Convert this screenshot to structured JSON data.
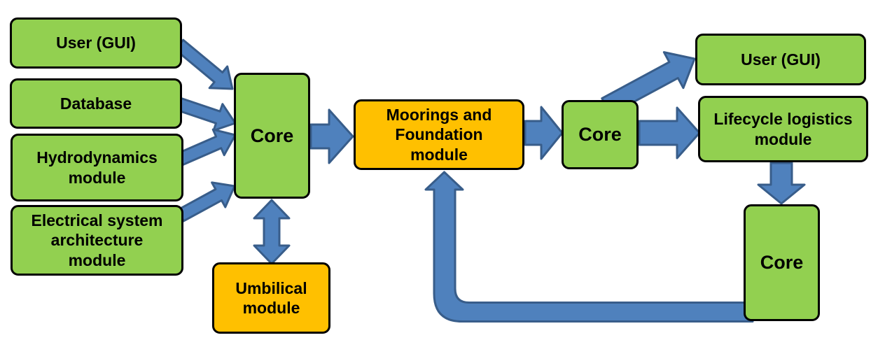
{
  "diagram": {
    "colors": {
      "node_green": "#92D050",
      "node_orange": "#FFC000",
      "node_border": "#000000",
      "arrow_fill": "#4F81BD",
      "arrow_stroke": "#385D8A",
      "text": "#000000",
      "background": "#ffffff"
    },
    "nodes": [
      {
        "id": "user-gui-left",
        "label": "User (GUI)",
        "color": "green"
      },
      {
        "id": "database",
        "label": "Database",
        "color": "green"
      },
      {
        "id": "hydrodynamics-module",
        "label": "Hydrodynamics\nmodule",
        "color": "green"
      },
      {
        "id": "electrical-system-architecture-module",
        "label": "Electrical system\narchitecture\nmodule",
        "color": "green"
      },
      {
        "id": "core-1",
        "label": "Core",
        "color": "green"
      },
      {
        "id": "umbilical-module",
        "label": "Umbilical\nmodule",
        "color": "orange"
      },
      {
        "id": "moorings-foundation-module",
        "label": "Moorings and\nFoundation\nmodule",
        "color": "orange"
      },
      {
        "id": "core-2",
        "label": "Core",
        "color": "green"
      },
      {
        "id": "user-gui-right",
        "label": "User (GUI)",
        "color": "green"
      },
      {
        "id": "lifecycle-logistics-module",
        "label": "Lifecycle logistics\nmodule",
        "color": "green"
      },
      {
        "id": "core-3",
        "label": "Core",
        "color": "green"
      }
    ],
    "connections": [
      {
        "from": "User (GUI)",
        "to": "Core",
        "style": "one-way"
      },
      {
        "from": "Database",
        "to": "Core",
        "style": "one-way"
      },
      {
        "from": "Hydrodynamics module",
        "to": "Core",
        "style": "one-way"
      },
      {
        "from": "Electrical system architecture module",
        "to": "Core",
        "style": "one-way"
      },
      {
        "from": "Core",
        "to": "Umbilical module",
        "style": "two-way"
      },
      {
        "from": "Core",
        "to": "Moorings and Foundation module",
        "style": "one-way"
      },
      {
        "from": "Moorings and Foundation module",
        "to": "Core (2)",
        "style": "one-way"
      },
      {
        "from": "Core (2)",
        "to": "User (GUI) (right)",
        "style": "one-way"
      },
      {
        "from": "Core (2)",
        "to": "Lifecycle logistics module",
        "style": "one-way"
      },
      {
        "from": "Lifecycle logistics module",
        "to": "Core (3)",
        "style": "one-way"
      },
      {
        "from": "Core (3)",
        "to": "Moorings and Foundation module",
        "style": "one-way feedback loop"
      }
    ]
  }
}
